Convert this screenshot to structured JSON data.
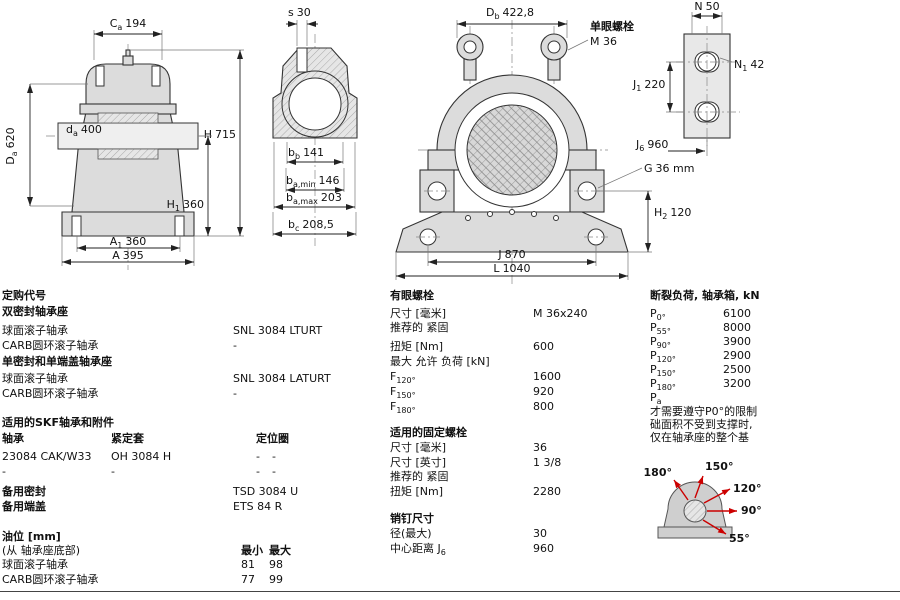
{
  "colors": {
    "arrow_red": "#cc0000",
    "line": "#222222"
  },
  "dims": {
    "ca": {
      "base": "C",
      "sub": "a",
      "val": "194"
    },
    "da_housing": {
      "base": "D",
      "sub": "a",
      "val": "620"
    },
    "da_shaft": {
      "base": "d",
      "sub": "a",
      "val": "400"
    },
    "h": {
      "base": "H",
      "val": "715"
    },
    "h1": {
      "base": "H",
      "sub": "1",
      "val": "360"
    },
    "a1": {
      "base": "A",
      "sub": "1",
      "val": "360"
    },
    "a": {
      "base": "A",
      "val": "395"
    },
    "s": {
      "base": "s",
      "val": "30"
    },
    "bb": {
      "base": "b",
      "sub": "b",
      "val": "141"
    },
    "bamin": {
      "base": "b",
      "sub": "a,min",
      "val": "146"
    },
    "bamax": {
      "base": "b",
      "sub": "a,max",
      "val": "203"
    },
    "bc": {
      "base": "b",
      "sub": "c",
      "val": "208,5"
    },
    "db": {
      "base": "D",
      "sub": "b",
      "val": "422,8"
    },
    "eyebolt_line1": "单眼螺栓",
    "eyebolt_line2": "M 36",
    "g": {
      "base": "G",
      "val": "36 mm"
    },
    "h2": {
      "base": "H",
      "sub": "2",
      "val": "120"
    },
    "j": {
      "base": "J",
      "val": "870"
    },
    "l": {
      "base": "L",
      "val": "1040"
    },
    "n": {
      "base": "N",
      "val": "50"
    },
    "n1": {
      "base": "N",
      "sub": "1",
      "val": "42"
    },
    "j1": {
      "base": "J",
      "sub": "1",
      "val": "220"
    },
    "j6": {
      "base": "J",
      "sub": "6",
      "val": "960"
    }
  },
  "ordering": {
    "title": "定购代号",
    "double_title": "双密封轴承座",
    "rows1": [
      {
        "label": "球面滚子轴承",
        "value": "SNL 3084 LTURT"
      },
      {
        "label": "CARB圆环滚子轴承",
        "value": "-"
      }
    ],
    "single_title": "单密封和单端盖轴承座",
    "rows2": [
      {
        "label": "球面滚子轴承",
        "value": "SNL 3084 LATURT"
      },
      {
        "label": "CARB圆环滚子轴承",
        "value": "-"
      }
    ]
  },
  "accessories": {
    "title": "适用的SKF轴承和附件",
    "headers": {
      "bearing": "轴承",
      "sleeve": "紧定套",
      "ring": "定位圈"
    },
    "rows": [
      {
        "bearing": "23084 CAK/W33",
        "sleeve": "OH 3084 H",
        "ring_a": "-",
        "ring_b": "-"
      },
      {
        "bearing": "-",
        "sleeve": "-",
        "ring_a": "-",
        "ring_b": "-"
      }
    ],
    "spare_seal": {
      "label": "备用密封",
      "value": "TSD 3084 U"
    },
    "spare_cover": {
      "label": "备用端盖",
      "value": "ETS 84 R"
    }
  },
  "oil": {
    "title": "油位 [mm]",
    "subtitle": "(从 轴承座底部)",
    "min": "最小",
    "max": "最大",
    "rows": [
      {
        "label": "球面滚子轴承",
        "min": "81",
        "max": "98"
      },
      {
        "label": "CARB圆环滚子轴承",
        "min": "77",
        "max": "99"
      }
    ]
  },
  "eye_bolts": {
    "title": "有眼螺栓",
    "size_label": "尺寸 [毫米]",
    "size_value": "M 36x240",
    "rec_line": "推荐的 紧固",
    "torque_label": "扭矩 [Nm]",
    "torque_value": "600",
    "max_load_line": "最大 允许 负荷 [kN]",
    "loads": [
      {
        "base": "F",
        "sub": "120°",
        "value": "1600"
      },
      {
        "base": "F",
        "sub": "150°",
        "value": "920"
      },
      {
        "base": "F",
        "sub": "180°",
        "value": "800"
      }
    ]
  },
  "fixing_bolts": {
    "title": "适用的固定螺栓",
    "size_mm_label": "尺寸 [毫米]",
    "size_mm_value": "36",
    "size_in_label": "尺寸 [英寸]",
    "size_in_value": "1 3/8",
    "rec_line": "推荐的 紧固",
    "torque_label": "扭矩 [Nm]",
    "torque_value": "2280"
  },
  "pins": {
    "title": "销钉尺寸",
    "dia_label": "径(最大)",
    "dia_value": "30",
    "cc_label": "中心距离 J",
    "cc_sub": "6",
    "cc_value": "960"
  },
  "breaking_loads": {
    "title": "断裂负荷, 轴承箱, kN",
    "rows": [
      {
        "base": "P",
        "sub": "0°",
        "value": "6100"
      },
      {
        "base": "P",
        "sub": "55°",
        "value": "8000"
      },
      {
        "base": "P",
        "sub": "90°",
        "value": "3900"
      },
      {
        "base": "P",
        "sub": "120°",
        "value": "2900"
      },
      {
        "base": "P",
        "sub": "150°",
        "value": "2500"
      },
      {
        "base": "P",
        "sub": "180°",
        "value": "3200"
      },
      {
        "base": "P",
        "sub": "a",
        "value": ""
      }
    ],
    "note_lines": [
      "才需要遵守P0°的限制",
      "础面积不受到支撑时,",
      "仅在轴承座的整个基"
    ],
    "angles": [
      "180°",
      "150°",
      "120°",
      "90°",
      "55°"
    ]
  }
}
